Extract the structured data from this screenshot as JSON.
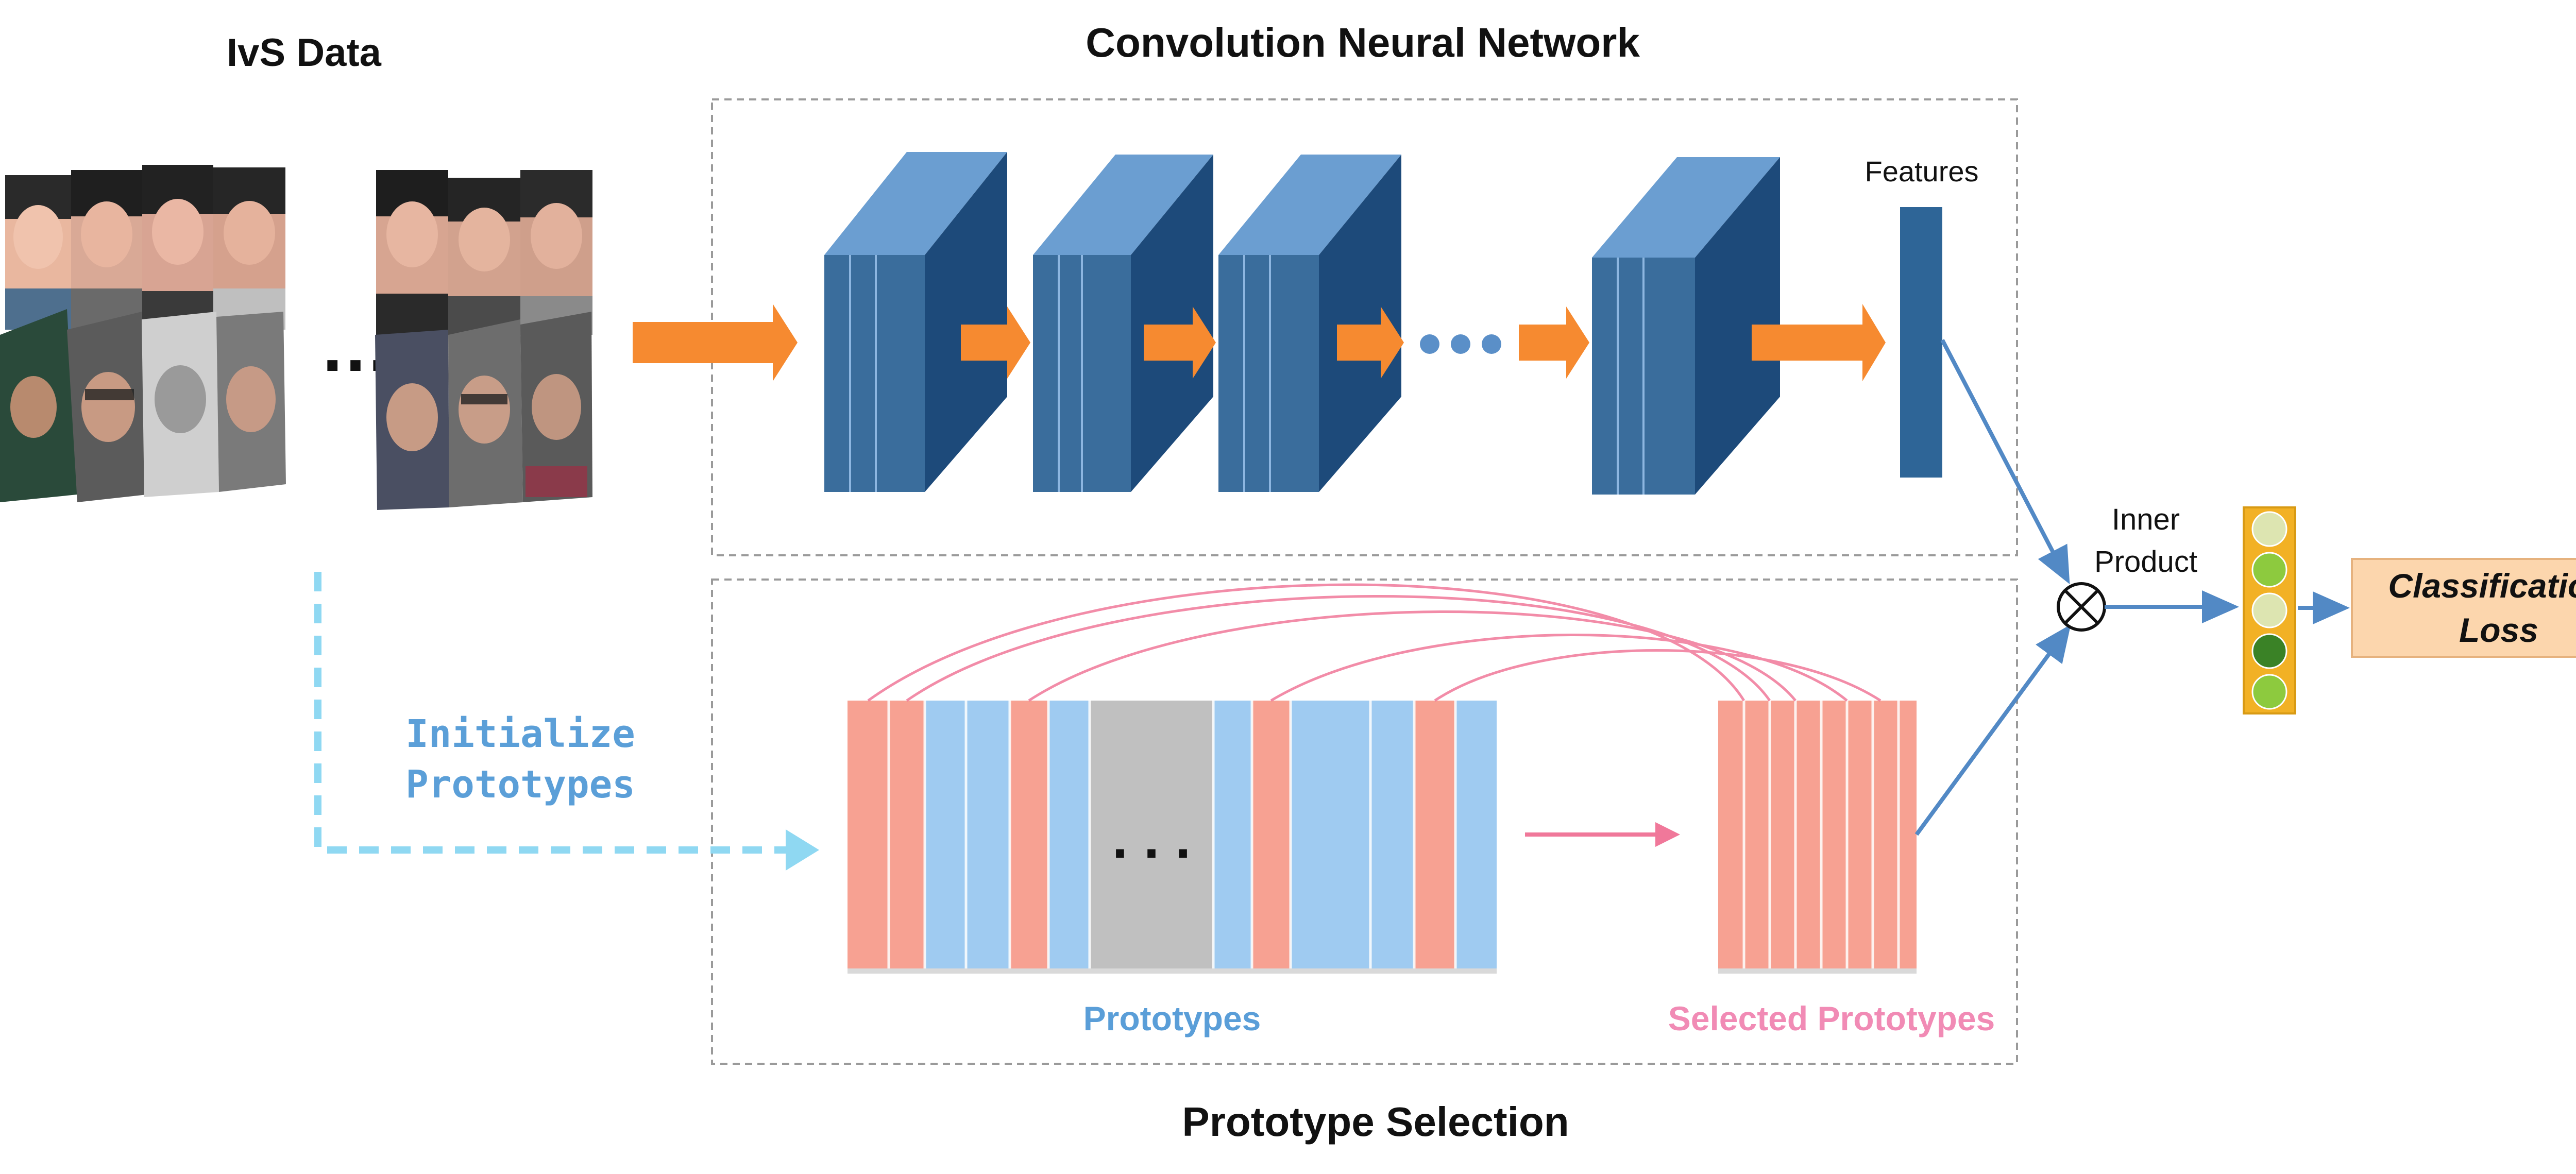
{
  "labels": {
    "ivs_data": "IvS Data",
    "cnn_title": "Convolution Neural Network",
    "features": "Features",
    "inner_product_line1": "Inner",
    "inner_product_line2": "Product",
    "classification_line1": "Classification",
    "classification_line2": "Loss",
    "initialize_line1": "Initialize",
    "initialize_line2": "Prototypes",
    "prototypes": "Prototypes",
    "selected_prototypes": "Selected Prototypes",
    "prototype_selection_title": "Prototype Selection",
    "ellipsis": "…",
    "ellipsis_dots": ". . ."
  },
  "colors": {
    "arrow_orange": "#f68a30",
    "block_front": "#3a6d9c",
    "block_side": "#1d4a7a",
    "block_top": "#6b9ed1",
    "feature_bar": "#2e6597",
    "proto_pink": "#f7a192",
    "proto_blue": "#9fcbf1",
    "proto_gray": "#c0c0c0",
    "curve_pink": "#f0789a",
    "connector_blue": "#5289c5",
    "dashed_cyan": "#8fd8f2",
    "loss_box": "#fcd6ad",
    "output_frame": "#f2b125",
    "selected_text_pink": "#f18bb5",
    "prototypes_text_blue": "#5a9ed8",
    "initialize_text_blue": "#5b9fd8"
  },
  "output_cells": [
    "#dde5b1",
    "#8dca3e",
    "#dde5b1",
    "#3a8226",
    "#8dca3e"
  ]
}
